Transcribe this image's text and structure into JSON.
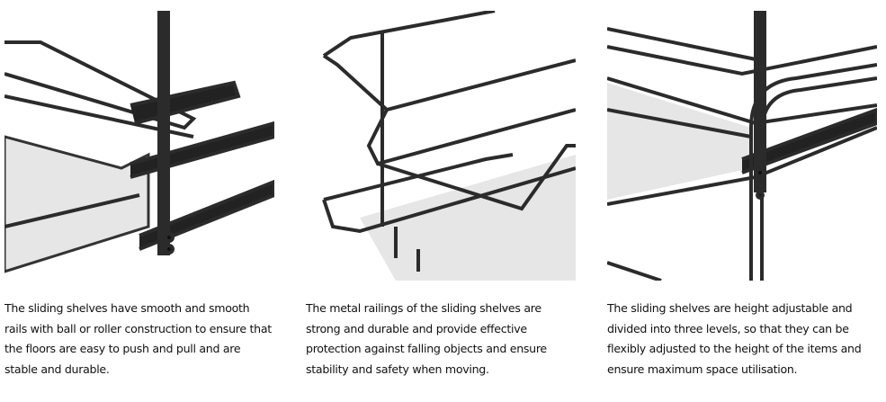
{
  "features": [
    {
      "caption": "The sliding shelves have smooth and smooth rails with ball or roller construction to ensure that the floors are easy to push and pull and are stable and durable.",
      "image": "sliding-rails-closeup"
    },
    {
      "caption": "The metal railings of the sliding shelves are strong and durable and provide effective protection against falling objects and ensure stability and safety when moving.",
      "image": "metal-railing-closeup"
    },
    {
      "caption": "The sliding shelves are height adjustable and divided into three levels, so that they can be flexibly adjusted to the height of the items and ensure maximum space utilisation.",
      "image": "height-adjustable-closeup"
    }
  ]
}
